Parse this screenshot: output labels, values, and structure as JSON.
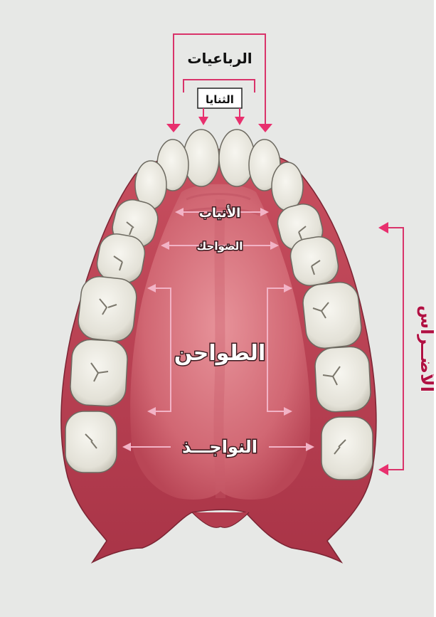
{
  "labels": {
    "laterals": "الرباعيات",
    "centrals": "الثنايا",
    "canines": "الأنياب",
    "premolars": "الضواحك",
    "grinders": "الطواحن",
    "wisdom": "النواجـــذ",
    "molars": "الأضــراس"
  },
  "colors": {
    "background": "#e7e8e6",
    "palate": "#d9737f",
    "gum": "#c44a5a",
    "tooth": "#ecebe3",
    "tooth_outline": "#6d6a61",
    "arrow_magenta": "#e8306e",
    "arrow_light": "#f2b3c6",
    "box_border": "#d9336a"
  },
  "icons": {
    "teeth": "tooth-shape",
    "arrows": "arrow-glyph"
  }
}
